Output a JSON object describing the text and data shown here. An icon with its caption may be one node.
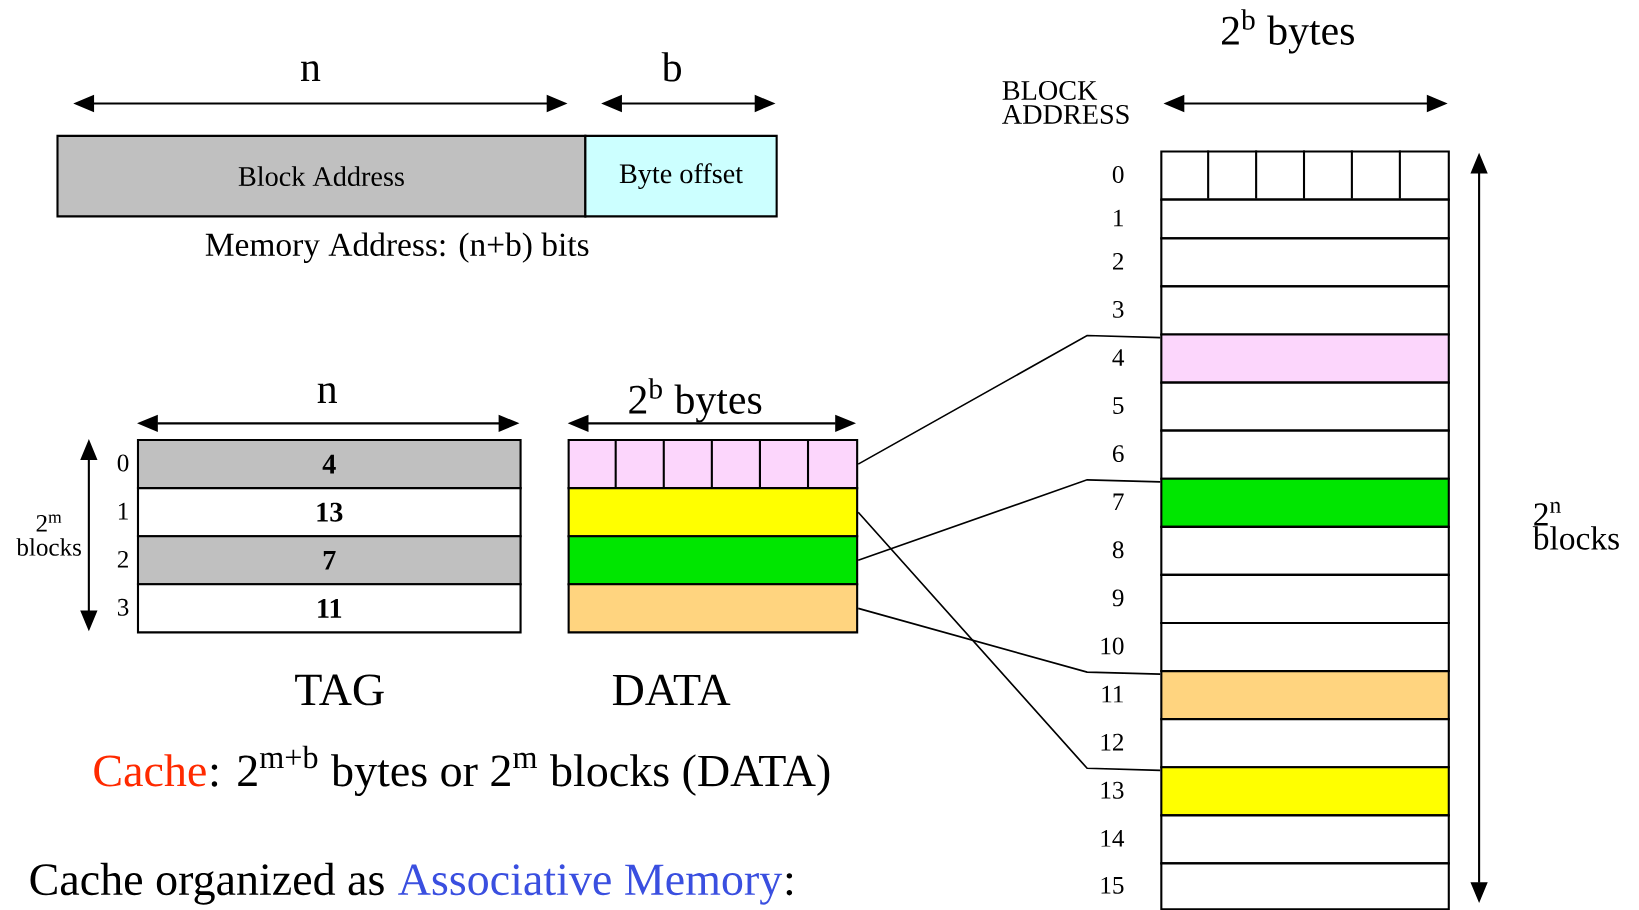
{
  "diagram": {
    "nodes": [
      {
        "text": [
          "Block Address"
        ]
      },
      {
        "text": [
          "Byte offset"
        ]
      },
      {
        "text": [
          "4"
        ],
        "beside": [
          "0"
        ]
      },
      {
        "text": [
          "13"
        ],
        "beside": [
          "1"
        ]
      },
      {
        "text": [
          "7"
        ],
        "beside": [
          "2"
        ]
      },
      {
        "text": [
          "11"
        ],
        "beside": [
          "3"
        ]
      },
      {
        "text": [],
        "shape": "box"
      },
      {
        "text": [],
        "shape": "box"
      },
      {
        "text": [],
        "shape": "box"
      },
      {
        "text": [],
        "shape": "box"
      },
      {
        "text": [],
        "shape": "box",
        "beside": [
          "0"
        ]
      },
      {
        "text": [],
        "shape": "box",
        "beside": [
          "1"
        ]
      },
      {
        "text": [],
        "shape": "box",
        "beside": [
          "2"
        ]
      },
      {
        "text": [],
        "shape": "box",
        "beside": [
          "3"
        ]
      },
      {
        "text": [],
        "shape": "box",
        "beside": [
          "4"
        ]
      },
      {
        "text": [],
        "shape": "box",
        "beside": [
          "5"
        ]
      },
      {
        "text": [],
        "shape": "box",
        "beside": [
          "6"
        ]
      },
      {
        "text": [],
        "shape": "box",
        "beside": [
          "7"
        ]
      },
      {
        "text": [],
        "shape": "box",
        "beside": [
          "8"
        ]
      },
      {
        "text": [],
        "shape": "box",
        "beside": [
          "9"
        ]
      },
      {
        "text": [],
        "shape": "box",
        "beside": [
          "10"
        ]
      },
      {
        "text": [],
        "shape": "box",
        "beside": [
          "11"
        ]
      },
      {
        "text": [],
        "shape": "box",
        "beside": [
          "12"
        ]
      },
      {
        "text": [],
        "shape": "box",
        "beside": [
          "13"
        ]
      },
      {
        "text": [],
        "shape": "box",
        "beside": [
          "14"
        ]
      },
      {
        "text": [],
        "shape": "box",
        "beside": [
          "15"
        ]
      }
    ],
    "edges": [
      {
        "from": 6,
        "to": 14,
        "arrow": "none"
      },
      {
        "from": 7,
        "to": 23,
        "arrow": "none"
      },
      {
        "from": 8,
        "to": 17,
        "arrow": "none"
      },
      {
        "from": 9,
        "to": 21,
        "arrow": "none"
      }
    ],
    "labels": [
      "2$^{b}$ bytes",
      "n",
      "b",
      "BLOCK ADDRESS",
      "Memory Address: (n+b) bits",
      "n",
      "2$^{b}$ bytes",
      "2$^{m}$ blocks",
      "2$^{n}$ blocks",
      "TAG",
      "DATA",
      "Cache",
      ": 2$^{m+b}$ bytes or 2$^{m}$ blocks (DATA)",
      "Cache organized as",
      "Associative Memory",
      ":"
    ]
  }
}
